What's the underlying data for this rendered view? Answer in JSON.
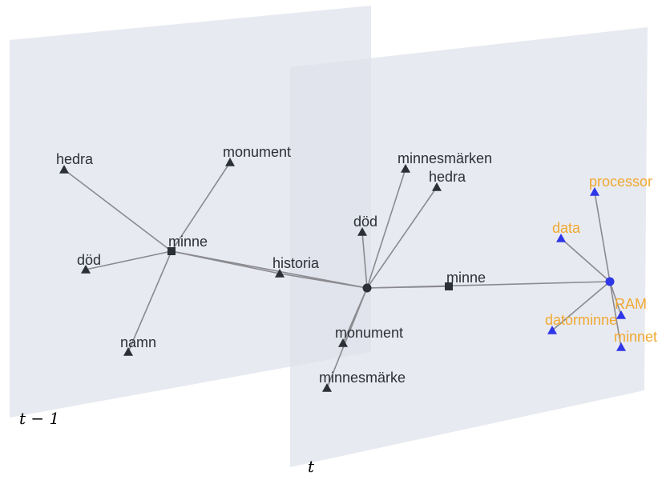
{
  "colors": {
    "node_dark": "#2b2f36",
    "node_blue": "#2f36e8",
    "label_dark": "#2b2f36",
    "label_orange": "#f0a830"
  },
  "planes": [
    {
      "id": "prev",
      "label": "t − 1"
    },
    {
      "id": "curr",
      "label": "t"
    }
  ],
  "nodes": [
    {
      "id": "p_minne",
      "label": "minne",
      "shape": "square",
      "group": "dark"
    },
    {
      "id": "p_hedra",
      "label": "hedra",
      "shape": "triangle",
      "group": "dark"
    },
    {
      "id": "p_monument",
      "label": "monument",
      "shape": "triangle",
      "group": "dark"
    },
    {
      "id": "p_dod",
      "label": "död",
      "shape": "triangle",
      "group": "dark"
    },
    {
      "id": "p_namn",
      "label": "namn",
      "shape": "triangle",
      "group": "dark"
    },
    {
      "id": "historia",
      "label": "historia",
      "shape": "triangle",
      "group": "dark"
    },
    {
      "id": "c_hub",
      "label": "",
      "shape": "circle",
      "group": "dark"
    },
    {
      "id": "c_minnesmarken",
      "label": "minnesmärken",
      "shape": "triangle",
      "group": "dark"
    },
    {
      "id": "c_hedra",
      "label": "hedra",
      "shape": "triangle",
      "group": "dark"
    },
    {
      "id": "c_dod",
      "label": "död",
      "shape": "triangle",
      "group": "dark"
    },
    {
      "id": "c_monument",
      "label": "monument",
      "shape": "triangle",
      "group": "dark"
    },
    {
      "id": "c_minnesmarke",
      "label": "minnesmärke",
      "shape": "triangle",
      "group": "dark"
    },
    {
      "id": "c_minne",
      "label": "minne",
      "shape": "square",
      "group": "dark"
    },
    {
      "id": "b_hub",
      "label": "",
      "shape": "circle",
      "group": "blue"
    },
    {
      "id": "b_processor",
      "label": "processor",
      "shape": "triangle",
      "group": "blue"
    },
    {
      "id": "b_data",
      "label": "data",
      "shape": "triangle",
      "group": "blue"
    },
    {
      "id": "b_ram",
      "label": "RAM",
      "shape": "triangle",
      "group": "blue"
    },
    {
      "id": "b_datorminne",
      "label": "datorminne",
      "shape": "triangle",
      "group": "blue"
    },
    {
      "id": "b_minnet",
      "label": "minnet",
      "shape": "triangle",
      "group": "blue"
    }
  ],
  "edges": [
    [
      "p_minne",
      "p_hedra"
    ],
    [
      "p_minne",
      "p_monument"
    ],
    [
      "p_minne",
      "p_dod"
    ],
    [
      "p_minne",
      "p_namn"
    ],
    [
      "p_minne",
      "historia"
    ],
    [
      "p_minne",
      "c_hub"
    ],
    [
      "historia",
      "c_hub"
    ],
    [
      "c_hub",
      "c_minnesmarken"
    ],
    [
      "c_hub",
      "c_hedra"
    ],
    [
      "c_hub",
      "c_dod"
    ],
    [
      "c_hub",
      "c_monument"
    ],
    [
      "c_hub",
      "c_minnesmarke"
    ],
    [
      "c_hub",
      "c_minne"
    ],
    [
      "c_hub",
      "b_hub"
    ],
    [
      "b_hub",
      "b_processor"
    ],
    [
      "b_hub",
      "b_data"
    ],
    [
      "b_hub",
      "b_ram"
    ],
    [
      "b_hub",
      "b_datorminne"
    ],
    [
      "b_hub",
      "b_minnet"
    ]
  ]
}
